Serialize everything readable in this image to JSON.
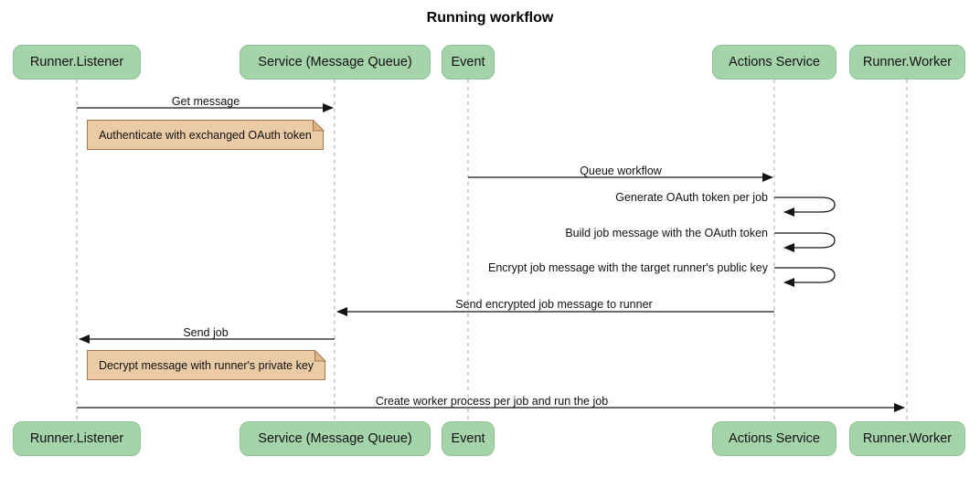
{
  "title": "Running workflow",
  "actors": [
    {
      "label": "Runner.Listener"
    },
    {
      "label": "Service (Message Queue)"
    },
    {
      "label": "Event"
    },
    {
      "label": "Actions Service"
    },
    {
      "label": "Runner.Worker"
    }
  ],
  "messages": [
    {
      "label": "Get message",
      "from": "Runner.Listener",
      "to": "Service (Message Queue)",
      "kind": "arrow"
    },
    {
      "label": "Queue workflow",
      "from": "Event",
      "to": "Actions Service",
      "kind": "arrow"
    },
    {
      "label": "Generate OAuth token per job",
      "from": "Actions Service",
      "to": "Actions Service",
      "kind": "self-loop"
    },
    {
      "label": "Build job message with the OAuth token",
      "from": "Actions Service",
      "to": "Actions Service",
      "kind": "self-loop"
    },
    {
      "label": "Encrypt job message with the target runner's public key",
      "from": "Actions Service",
      "to": "Actions Service",
      "kind": "self-loop"
    },
    {
      "label": "Send encrypted job message to runner",
      "from": "Actions Service",
      "to": "Service (Message Queue)",
      "kind": "arrow"
    },
    {
      "label": "Send job",
      "from": "Service (Message Queue)",
      "to": "Runner.Listener",
      "kind": "arrow"
    },
    {
      "label": "Create worker process per job and run the job",
      "from": "Runner.Listener",
      "to": "Runner.Worker",
      "kind": "arrow"
    }
  ],
  "notes": [
    {
      "text": "Authenticate with exchanged OAuth token",
      "position": "right of Runner.Listener"
    },
    {
      "text": "Decrypt message with runner's private key",
      "position": "right of Runner.Listener"
    }
  ],
  "colors": {
    "background": "#ffffff",
    "actor_fill": "#a5d3aa",
    "actor_border": "#8fc297",
    "note_fill": "#eacba6",
    "note_border": "#a5794e",
    "note_fold": "#ddb488",
    "lifeline": "#ababab",
    "arrow": "#141414",
    "text": "#111111"
  }
}
